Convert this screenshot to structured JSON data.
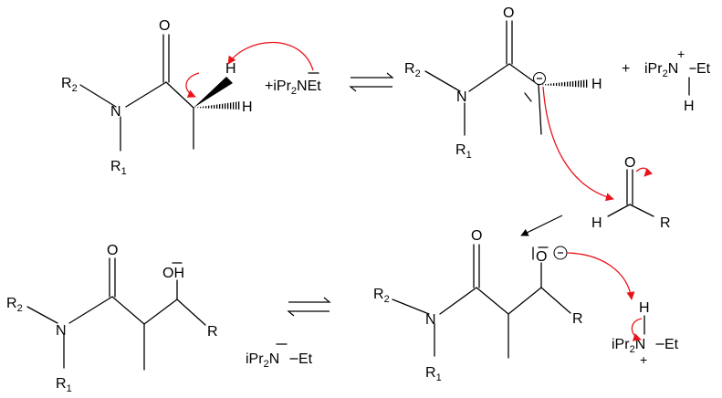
{
  "labels": {
    "o": "O",
    "n": "N",
    "h": "H",
    "r": "R",
    "r1_sub": "1",
    "r2_sub": "2",
    "oh": "OH"
  },
  "reagents": {
    "plus_ipr": "+iPr",
    "ipr": "iPr",
    "two": "2",
    "net": "NEt",
    "et": "Et",
    "plus": "+"
  },
  "colors": {
    "arrow_red": "#e8141b",
    "ink": "#000000",
    "background": "#ffffff"
  }
}
